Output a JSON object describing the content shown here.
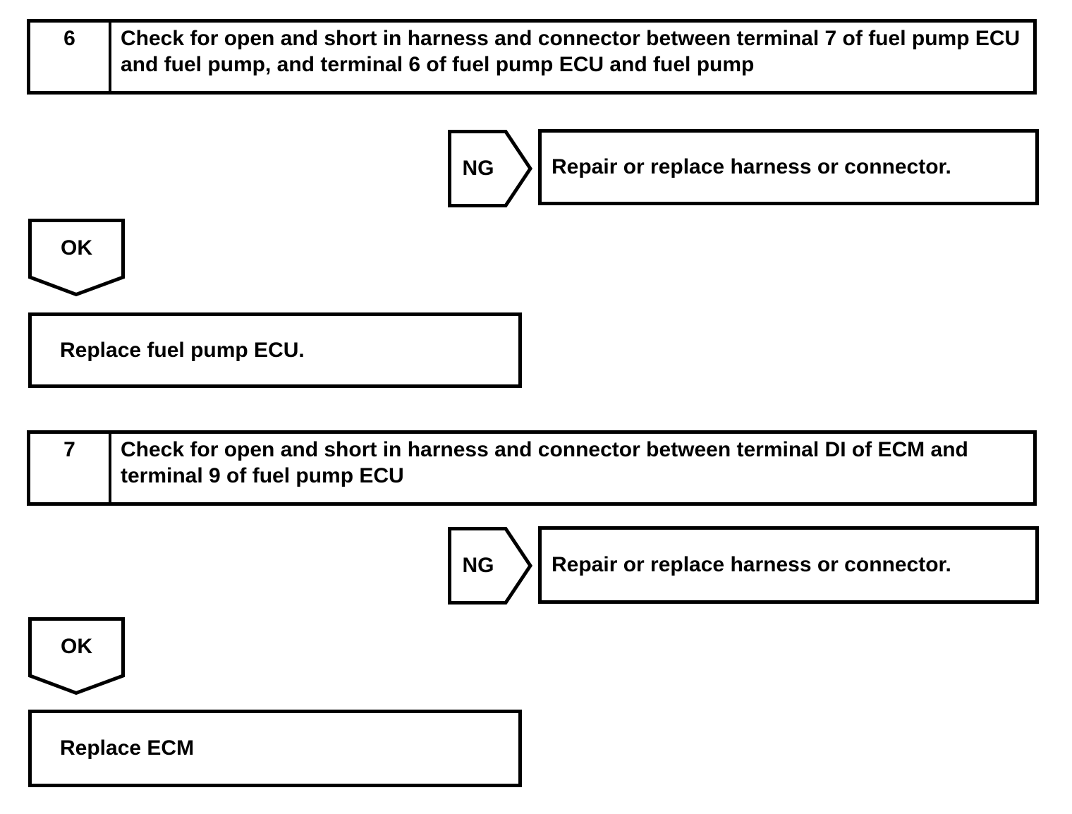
{
  "colors": {
    "line": "#000000",
    "background": "#ffffff",
    "text": "#000000"
  },
  "steps": [
    {
      "number": "6",
      "instruction": "Check for open and short in harness and connector between terminal 7 of fuel pump ECU and fuel pump, and terminal 6 of fuel pump ECU and fuel pump",
      "ng_label": "NG",
      "ng_action": "Repair or replace harness or connector.",
      "ok_label": "OK",
      "ok_action": "Replace fuel pump ECU."
    },
    {
      "number": "7",
      "instruction": "Check for open and short in harness and connector between terminal DI of ECM and terminal 9 of fuel pump ECU",
      "ng_label": "NG",
      "ng_action": "Repair or replace harness or connector.",
      "ok_label": "OK",
      "ok_action": "Replace ECM"
    }
  ]
}
